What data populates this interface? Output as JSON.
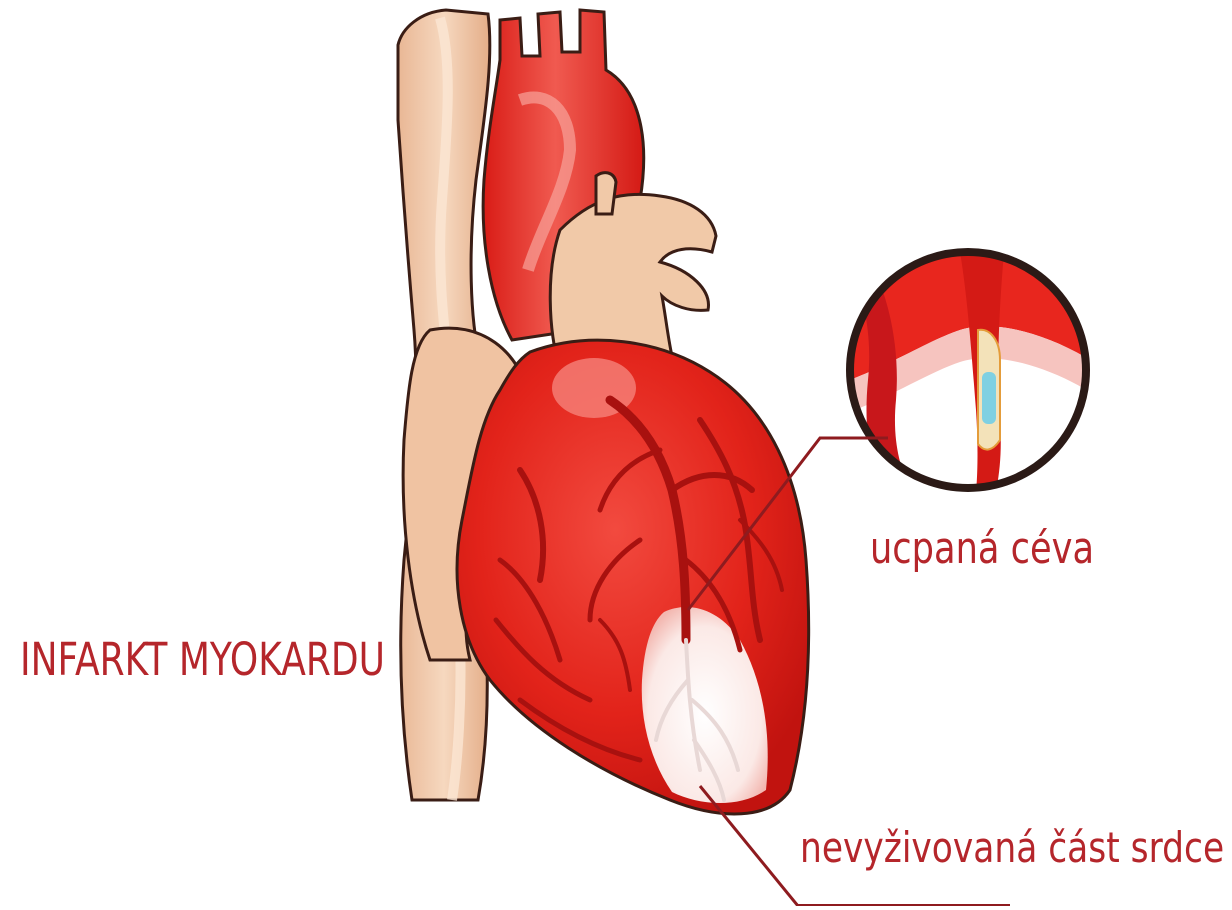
{
  "title": "INFARKT MYOKARDU",
  "callouts": {
    "blocked_vessel": "ucpaná céva",
    "unsupplied_area": "nevyživovaná část srdce"
  },
  "colors": {
    "label_text": "#b5262b",
    "heart_red": "#e2231a",
    "vessel_red": "#c8171b",
    "vein_beige": "#f1c9a8",
    "infarct_white": "#ffffff",
    "leader_line": "#8e1b1f",
    "outline": "#3a1d15"
  }
}
